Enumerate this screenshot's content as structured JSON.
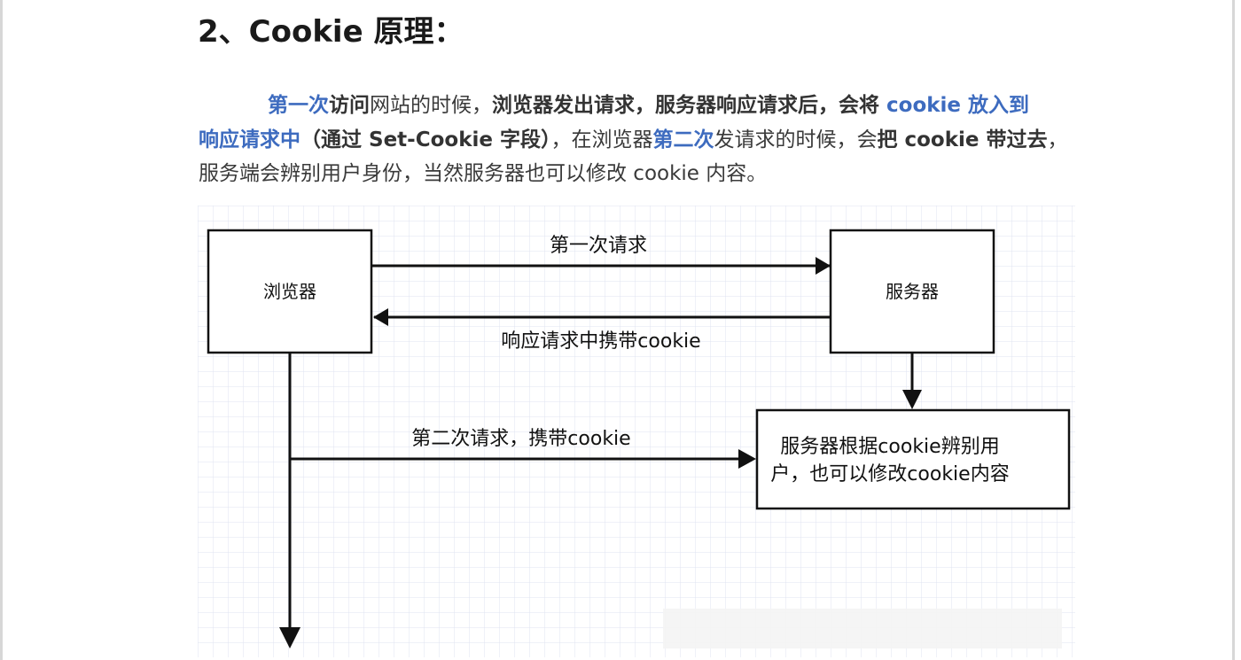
{
  "heading": "2、Cookie 原理：",
  "paragraph": {
    "line1": [
      {
        "t": "第一次",
        "s": "blue"
      },
      {
        "t": "访问",
        "s": "b"
      },
      {
        "t": "网站的时候，",
        "s": ""
      },
      {
        "t": "浏览器发出请求，服务器响应请求后，会将 ",
        "s": "b"
      },
      {
        "t": "cookie 放入到",
        "s": "blue"
      }
    ],
    "line2": [
      {
        "t": "响应请求中",
        "s": "blue"
      },
      {
        "t": "（通过 Set-Cookie 字段）",
        "s": "b"
      },
      {
        "t": "，在浏览器",
        "s": ""
      },
      {
        "t": "第二次",
        "s": "blue"
      },
      {
        "t": "发请求的时候，会",
        "s": ""
      },
      {
        "t": "把 cookie 带过去",
        "s": "b"
      },
      {
        "t": "，",
        "s": ""
      }
    ],
    "line3": [
      {
        "t": "服务端会辨别用户身份，当然服务器也可以修改 cookie 内容。",
        "s": ""
      }
    ]
  },
  "diagram": {
    "browser_label": "浏览器",
    "server_label": "服务器",
    "first_request_label": "第一次请求",
    "response_label": "响应请求中携带cookie",
    "second_request_label": "第二次请求，携带cookie",
    "identify_line1": "服务器根据cookie辨别用",
    "identify_line2": "户，也可以修改cookie内容"
  },
  "colors": {
    "link_blue": "#3d6bbf",
    "grid": "#dfe3f0",
    "stroke": "#111111"
  }
}
